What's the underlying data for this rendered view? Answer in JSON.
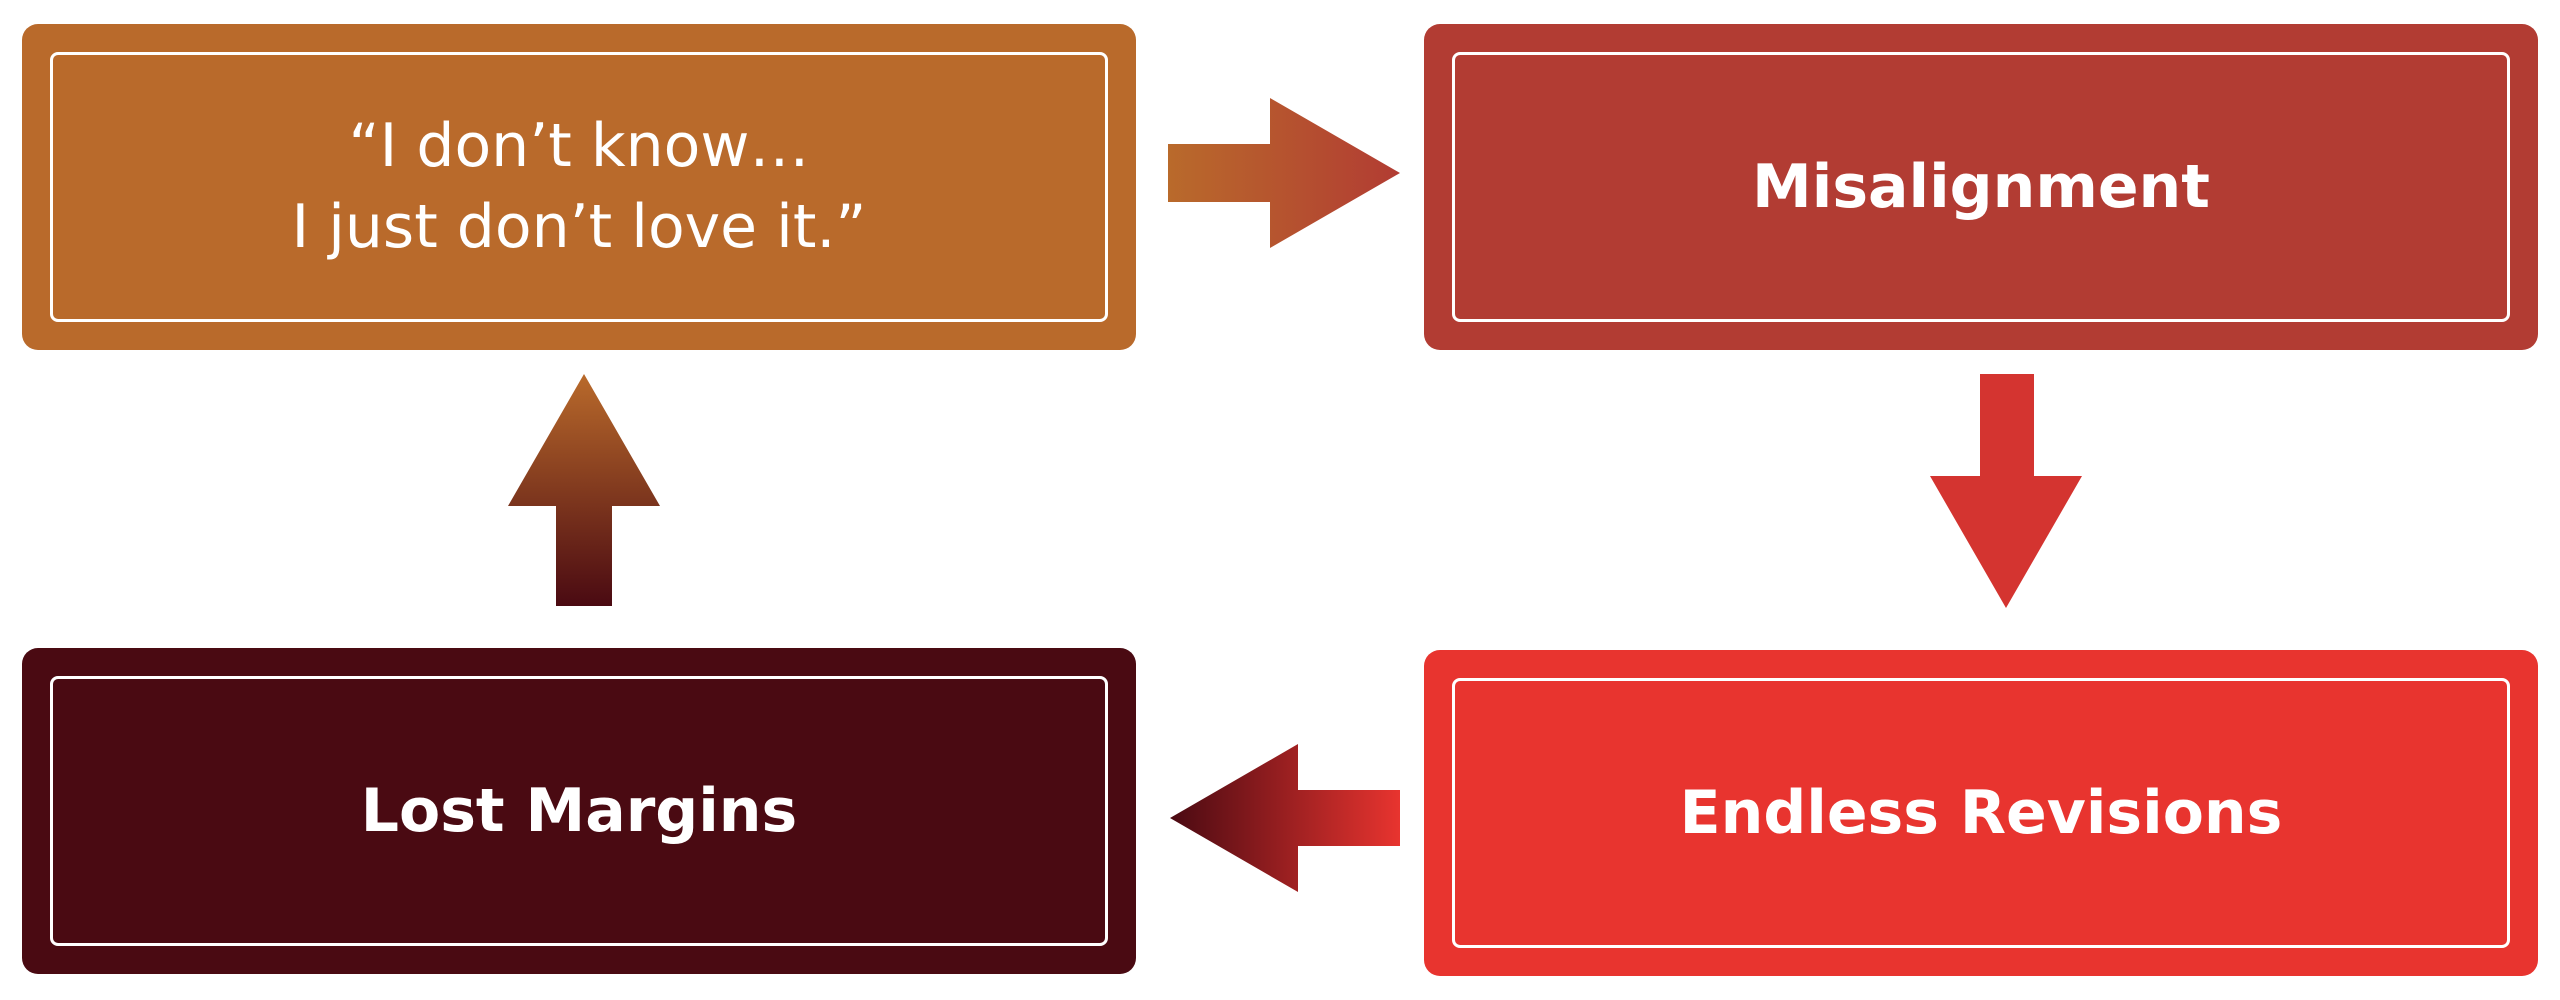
{
  "colors": {
    "orange": "#B96A2B",
    "brick": "#B23C33",
    "red": "#E8342F",
    "maroon": "#4A0A12",
    "arrow_down": "#D43430",
    "white": "#FFFFFF"
  },
  "boxes": {
    "top_left": {
      "lines": [
        "“I don’t know…",
        "I just don’t love it.”"
      ]
    },
    "top_right": {
      "label": "Misalignment"
    },
    "bottom_right": {
      "label": "Endless Revisions"
    },
    "bottom_left": {
      "label": "Lost Margins"
    }
  },
  "arrows": [
    {
      "from": "top_left",
      "to": "top_right",
      "direction": "right"
    },
    {
      "from": "top_right",
      "to": "bottom_right",
      "direction": "down"
    },
    {
      "from": "bottom_right",
      "to": "bottom_left",
      "direction": "left"
    },
    {
      "from": "bottom_left",
      "to": "top_left",
      "direction": "up"
    }
  ]
}
